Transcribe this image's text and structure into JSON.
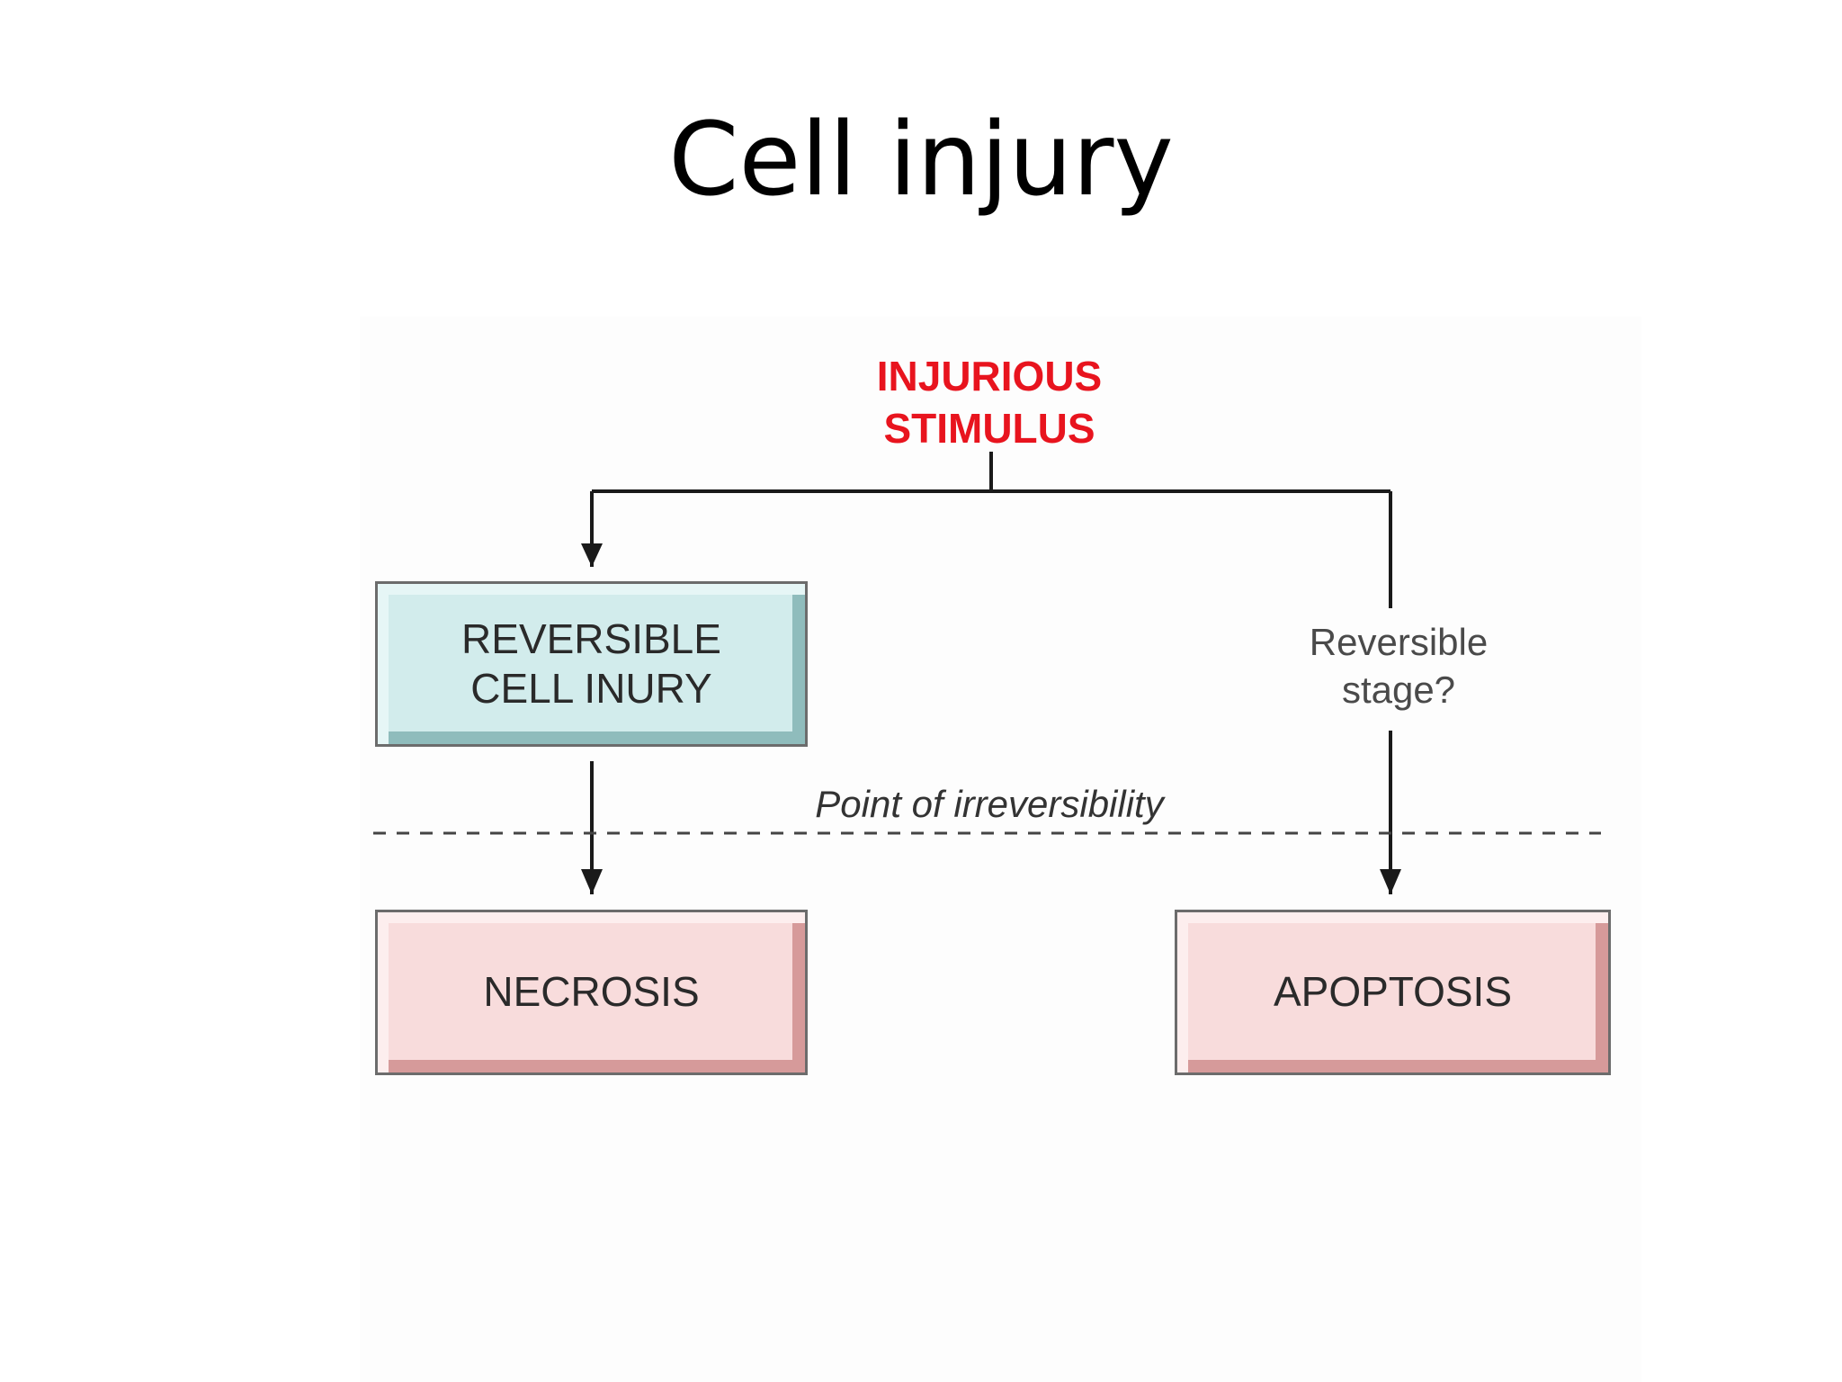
{
  "slide": {
    "title": "Cell injury"
  },
  "diagram": {
    "stimulus": [
      "INJURIOUS",
      "STIMULUS"
    ],
    "reversible_box": [
      "REVERSIBLE",
      "CELL INURY"
    ],
    "reversible_stage": [
      "Reversible",
      "stage?"
    ],
    "point_label": "Point of irreversibility",
    "necrosis_box": "NECROSIS",
    "apoptosis_box": "APOPTOSIS"
  },
  "colors": {
    "stimulus_text": "#e8141e",
    "reversible_fill": "#d2ecec",
    "outcome_fill": "#f8dcdc",
    "line": "#1a1a1a"
  }
}
